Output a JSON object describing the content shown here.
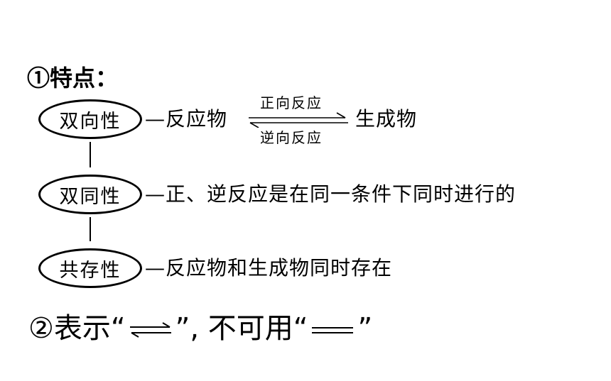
{
  "heading1": "①特点：",
  "properties": [
    {
      "name": "双向性",
      "desc_pre": "—反应物",
      "arrow_top": "正向反应",
      "arrow_bottom": "逆向反应",
      "desc_post": "生成物"
    },
    {
      "name": "双同性",
      "desc": "—正、逆反应是在同一条件下同时进行的"
    },
    {
      "name": "共存性",
      "desc": "—反应物和生成物同时存在"
    }
  ],
  "heading2": {
    "pre": "②表示",
    "open_quote1": "“",
    "close_quote1": "”,",
    "middle": "不可用",
    "open_quote2": "“",
    "close_quote2": "”"
  }
}
